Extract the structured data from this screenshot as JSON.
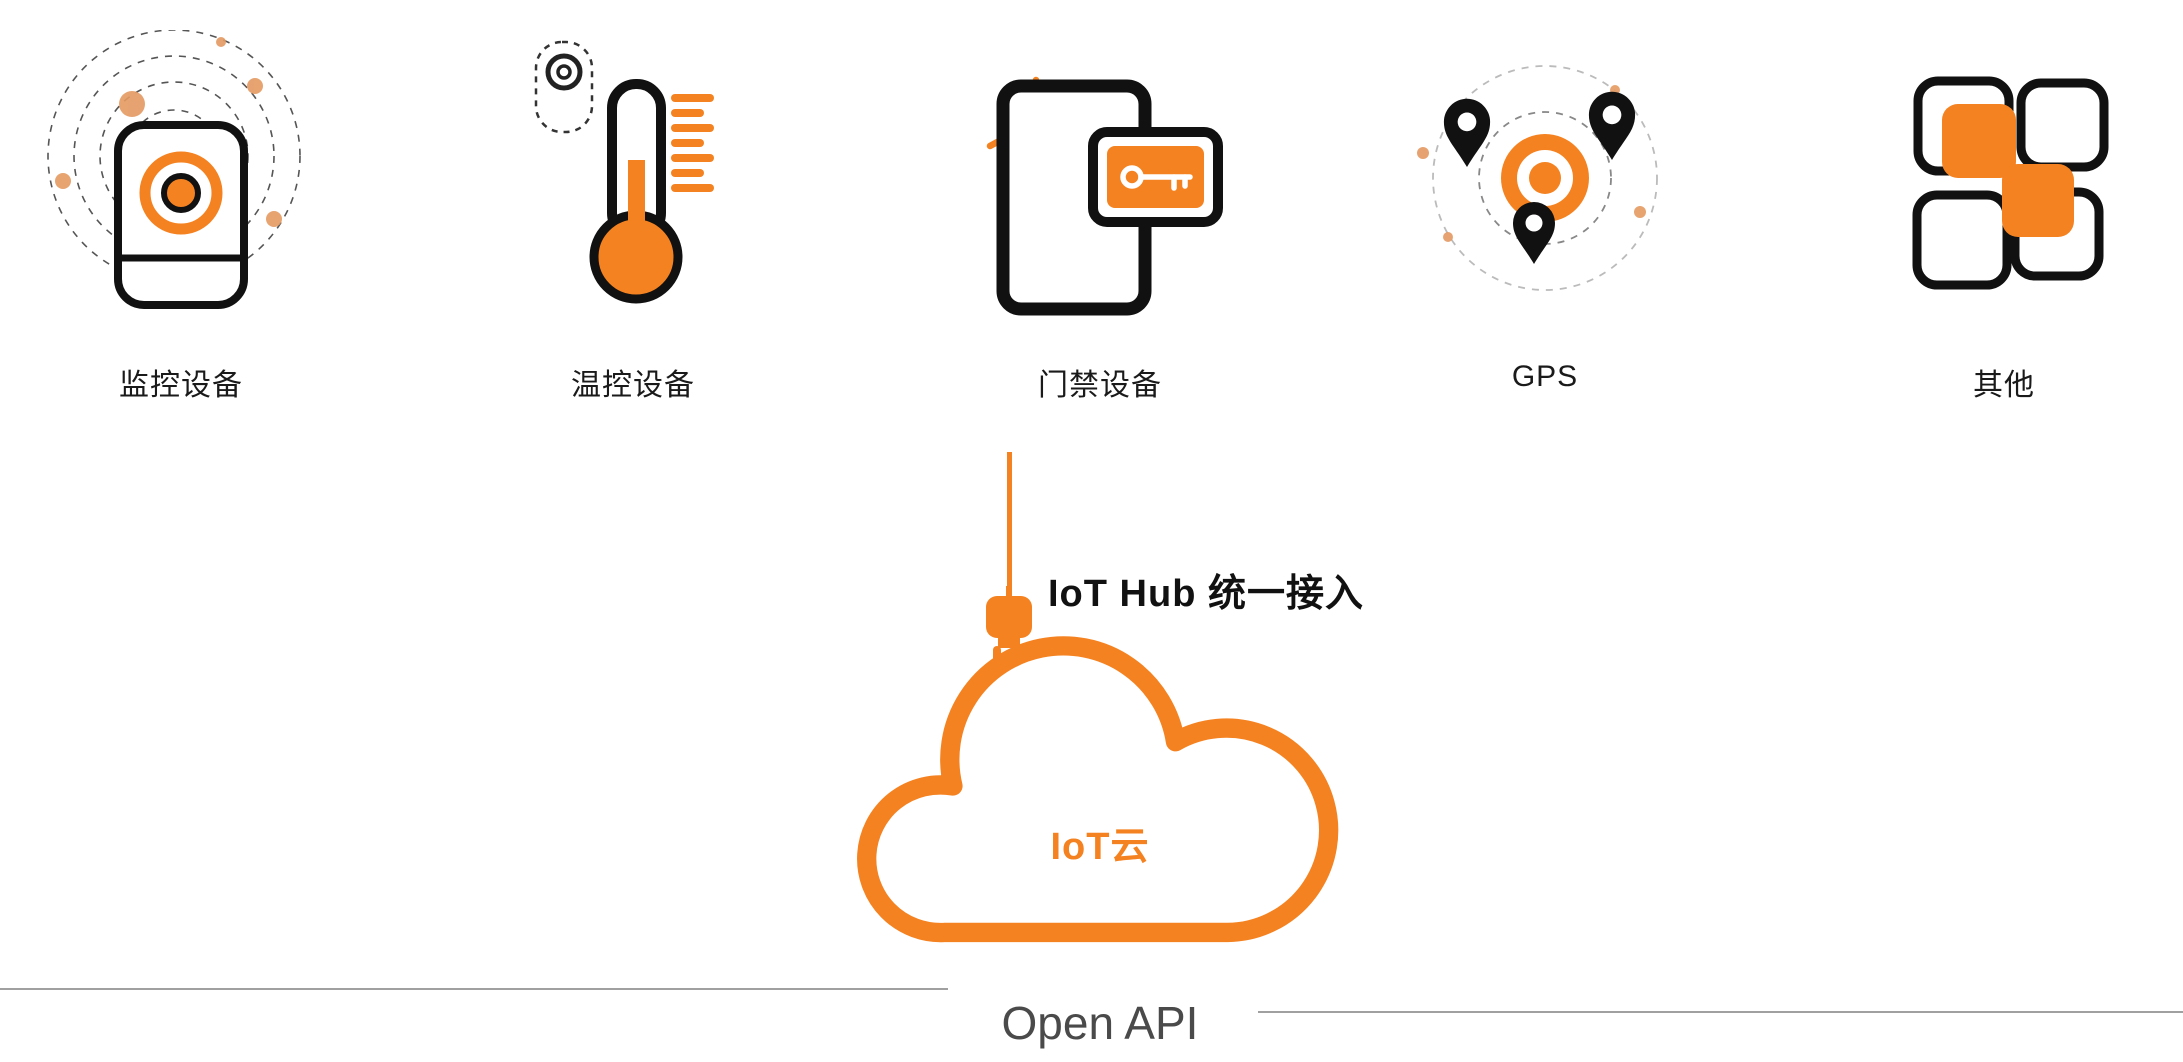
{
  "devices": [
    {
      "label": "监控设备"
    },
    {
      "label": "温控设备"
    },
    {
      "label": "门禁设备"
    },
    {
      "label": "GPS"
    },
    {
      "label": "其他"
    }
  ],
  "hub": {
    "label": "IoT Hub 统一接入"
  },
  "cloud": {
    "label": "IoT云"
  },
  "footer": {
    "label": "Open API"
  },
  "colors": {
    "accent_orange": "#f58220",
    "soft_orange": "#e49a62",
    "ink": "#111111",
    "label_text": "#1a1a1a",
    "footer_text": "#4a4a4a",
    "divider_gray": "#a0a0a0",
    "dashed_gray": "#555555"
  }
}
